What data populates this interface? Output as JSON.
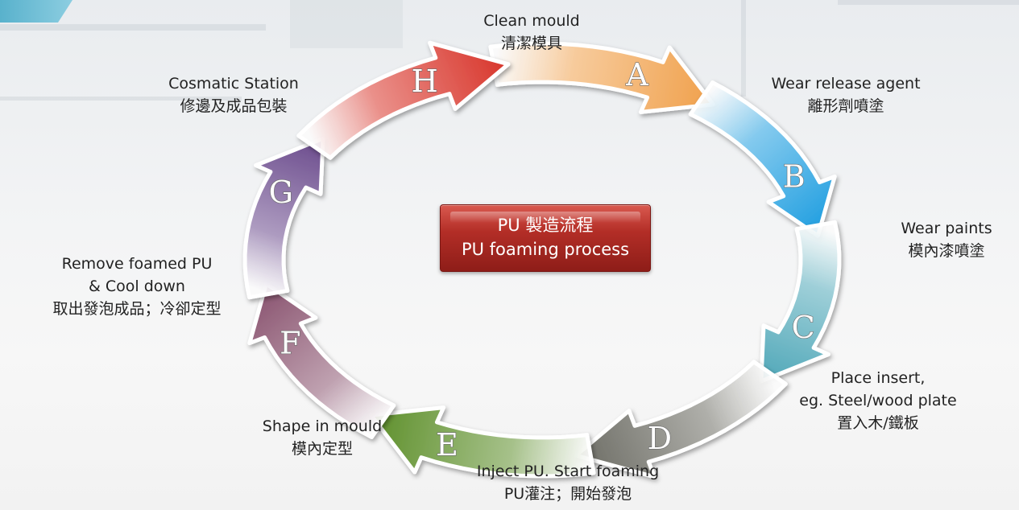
{
  "center": {
    "line1": "PU 製造流程",
    "line2": "PU foaming process"
  },
  "steps": [
    {
      "letter": "A",
      "color": "#f0a04b",
      "lines": [
        "Clean mould",
        "清潔模具"
      ]
    },
    {
      "letter": "B",
      "color": "#1f9ee0",
      "lines": [
        "Wear release agent",
        "離形劑噴塗"
      ]
    },
    {
      "letter": "C",
      "color": "#4fa7b8",
      "lines": [
        "Wear paints",
        "模內漆噴塗"
      ]
    },
    {
      "letter": "D",
      "color": "#6d6d65",
      "lines": [
        "Place insert,",
        "eg. Steel/wood plate",
        "置入木/鐵板"
      ]
    },
    {
      "letter": "E",
      "color": "#5d8f2a",
      "lines": [
        "Inject PU. Start foaming",
        "PU灌注；開始發泡"
      ]
    },
    {
      "letter": "F",
      "color": "#8a5470",
      "lines": [
        "Shape in mould",
        "模內定型"
      ]
    },
    {
      "letter": "G",
      "color": "#6a4a8c",
      "lines": [
        "Remove foamed PU",
        "& Cool down",
        "取出發泡成品；冷卻定型"
      ]
    },
    {
      "letter": "H",
      "color": "#d8352b",
      "lines": [
        "Cosmatic Station",
        "修邊及成品包裝"
      ]
    }
  ]
}
